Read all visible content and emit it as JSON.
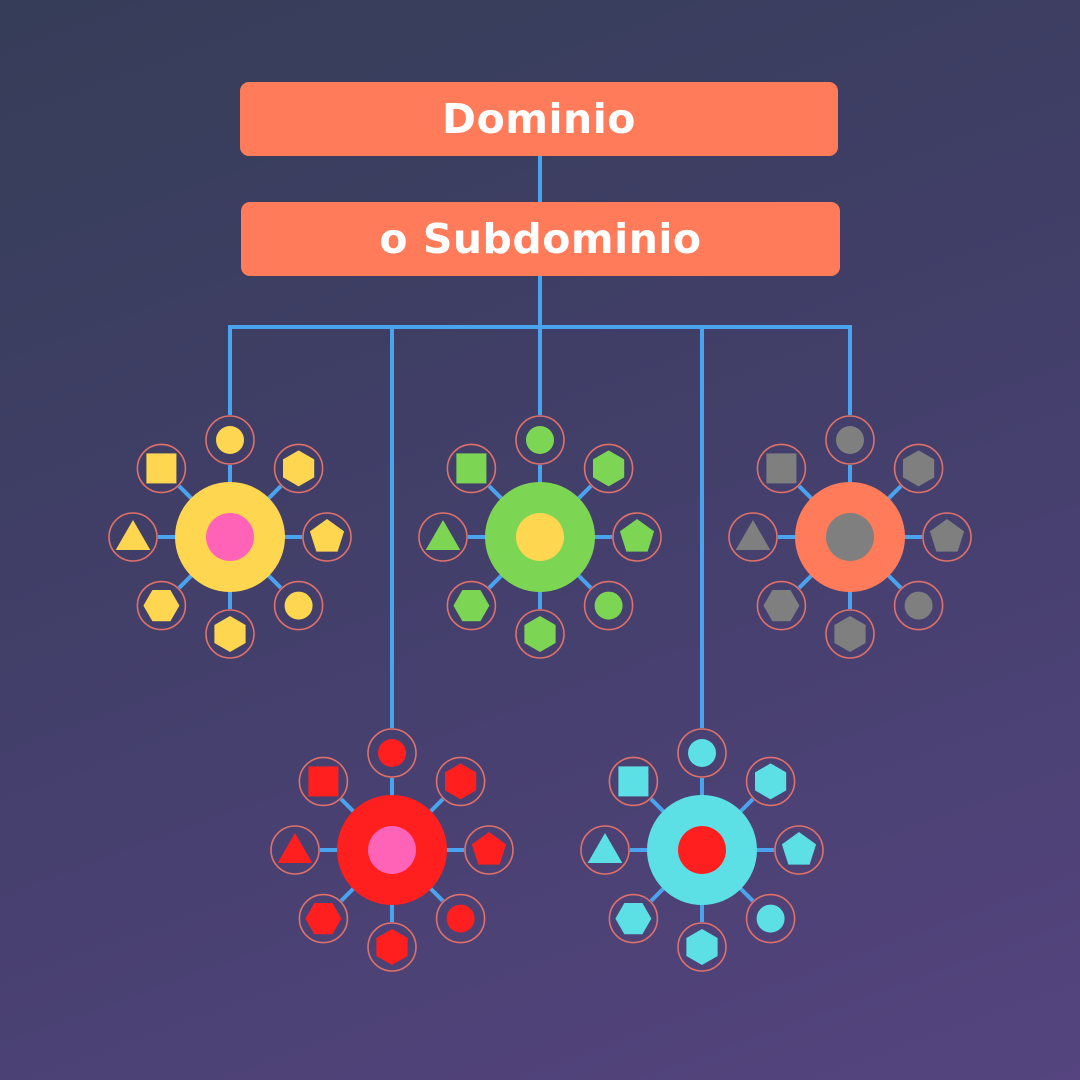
{
  "title": "Dominio",
  "subtitle": "o Subdominio",
  "colors": {
    "connector": "#4aa3ee",
    "box": "#ff7b59",
    "ring": "#e0716a"
  },
  "clusters": [
    {
      "name": "yellow",
      "outer": "#ffd64f",
      "inner": "#ff63b8",
      "satellite": "#ffd64f"
    },
    {
      "name": "green",
      "outer": "#7dd653",
      "inner": "#ffd64f",
      "satellite": "#7dd653"
    },
    {
      "name": "grey",
      "outer": "#ff7b59",
      "inner": "#7f7f7f",
      "satellite": "#7f7f7f"
    },
    {
      "name": "red",
      "outer": "#ff1f1f",
      "inner": "#ff63b8",
      "satellite": "#ff1f1f"
    },
    {
      "name": "cyan",
      "outer": "#5ce0e6",
      "inner": "#ff1f1f",
      "satellite": "#5ce0e6"
    }
  ],
  "satellite_shapes": [
    "circle",
    "hexagon",
    "pentagon",
    "circle",
    "hexagon",
    "hexagon-flat",
    "triangle",
    "square"
  ]
}
